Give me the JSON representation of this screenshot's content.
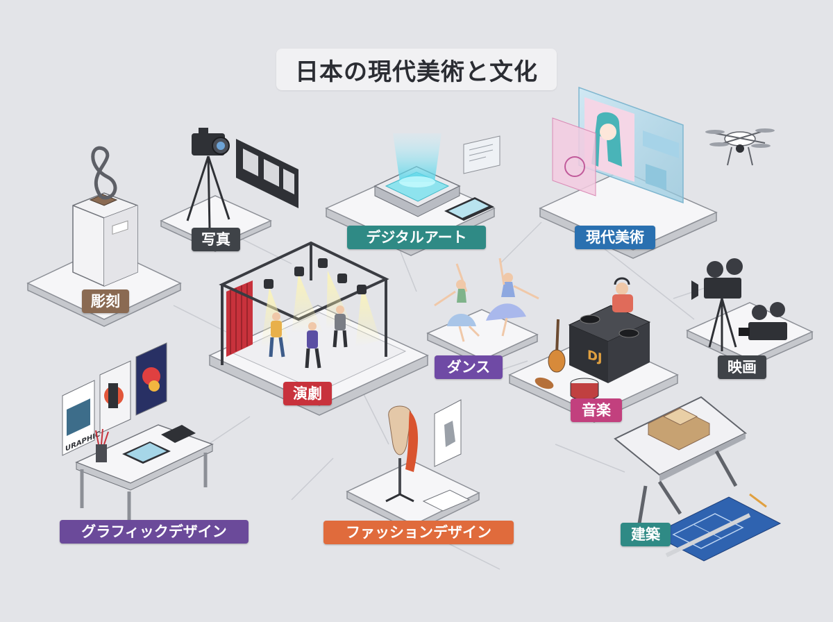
{
  "title": "日本の現代美術と文化",
  "prop_text": {
    "dj": "DJ",
    "poster": "URAPHIC"
  },
  "categories": [
    {
      "id": "sculpture",
      "label": "彫刻",
      "color": "#8a6a52"
    },
    {
      "id": "photography",
      "label": "写真",
      "color": "#3f4348"
    },
    {
      "id": "digital_art",
      "label": "デジタルアート",
      "color": "#2f8a85"
    },
    {
      "id": "contemporary_art",
      "label": "現代美術",
      "color": "#2a70b0"
    },
    {
      "id": "theater",
      "label": "演劇",
      "color": "#c8323c"
    },
    {
      "id": "dance",
      "label": "ダンス",
      "color": "#6f4aa5"
    },
    {
      "id": "film",
      "label": "映画",
      "color": "#3f4348"
    },
    {
      "id": "music",
      "label": "音楽",
      "color": "#c2407e"
    },
    {
      "id": "graphic_design",
      "label": "グラフィックデザイン",
      "color": "#6b4a9a"
    },
    {
      "id": "fashion_design",
      "label": "ファッションデザイン",
      "color": "#e06b3c"
    },
    {
      "id": "architecture",
      "label": "建築",
      "color": "#2f8a85"
    }
  ]
}
